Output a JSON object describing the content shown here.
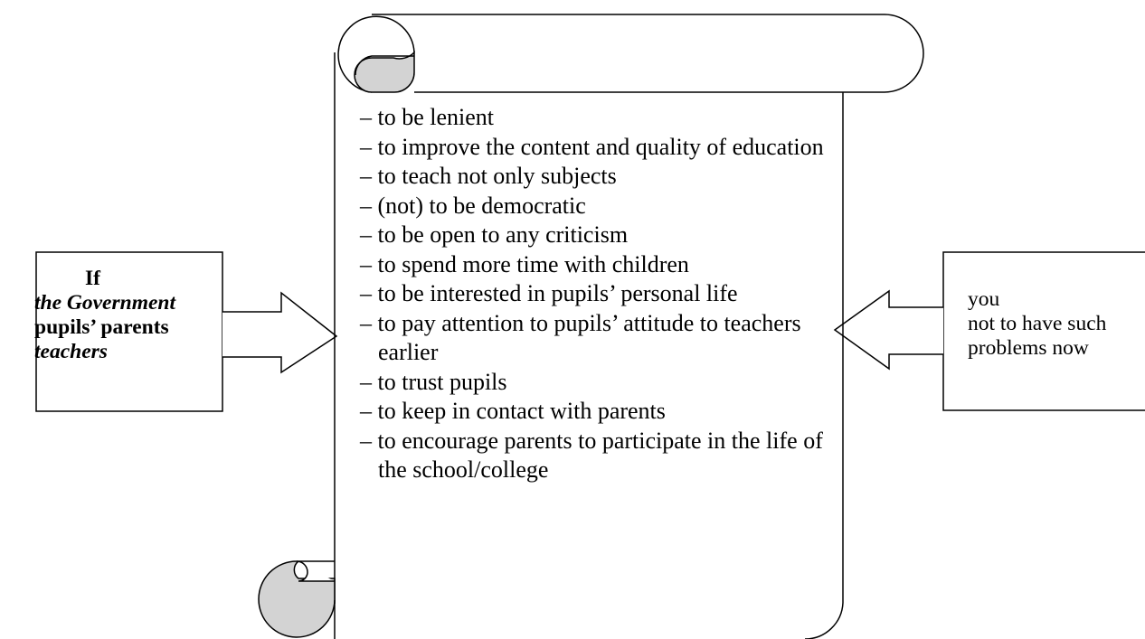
{
  "left_box": {
    "line1": "If",
    "line2": "the Government",
    "line3": "pupils’ parents",
    "line4": "teachers"
  },
  "scroll": {
    "items": [
      "– to be lenient",
      "– to improve the content and quality of education",
      "– to teach not only subjects",
      "– (not) to be democratic",
      "– to be open to any criticism",
      "– to spend more time with children",
      "– to be interested in pupils’ personal life",
      "– to pay attention to pupils’ attitude to teachers earlier",
      "– to trust pupils",
      "– to keep in contact with parents",
      "– to encourage parents to participate in the life of the school/college"
    ]
  },
  "right_box": {
    "line1": "you",
    "line2": "not to have such",
    "line3": "problems now"
  },
  "colors": {
    "stroke": "#000000",
    "curl_fill": "#d3d3d3",
    "background": "#ffffff"
  }
}
